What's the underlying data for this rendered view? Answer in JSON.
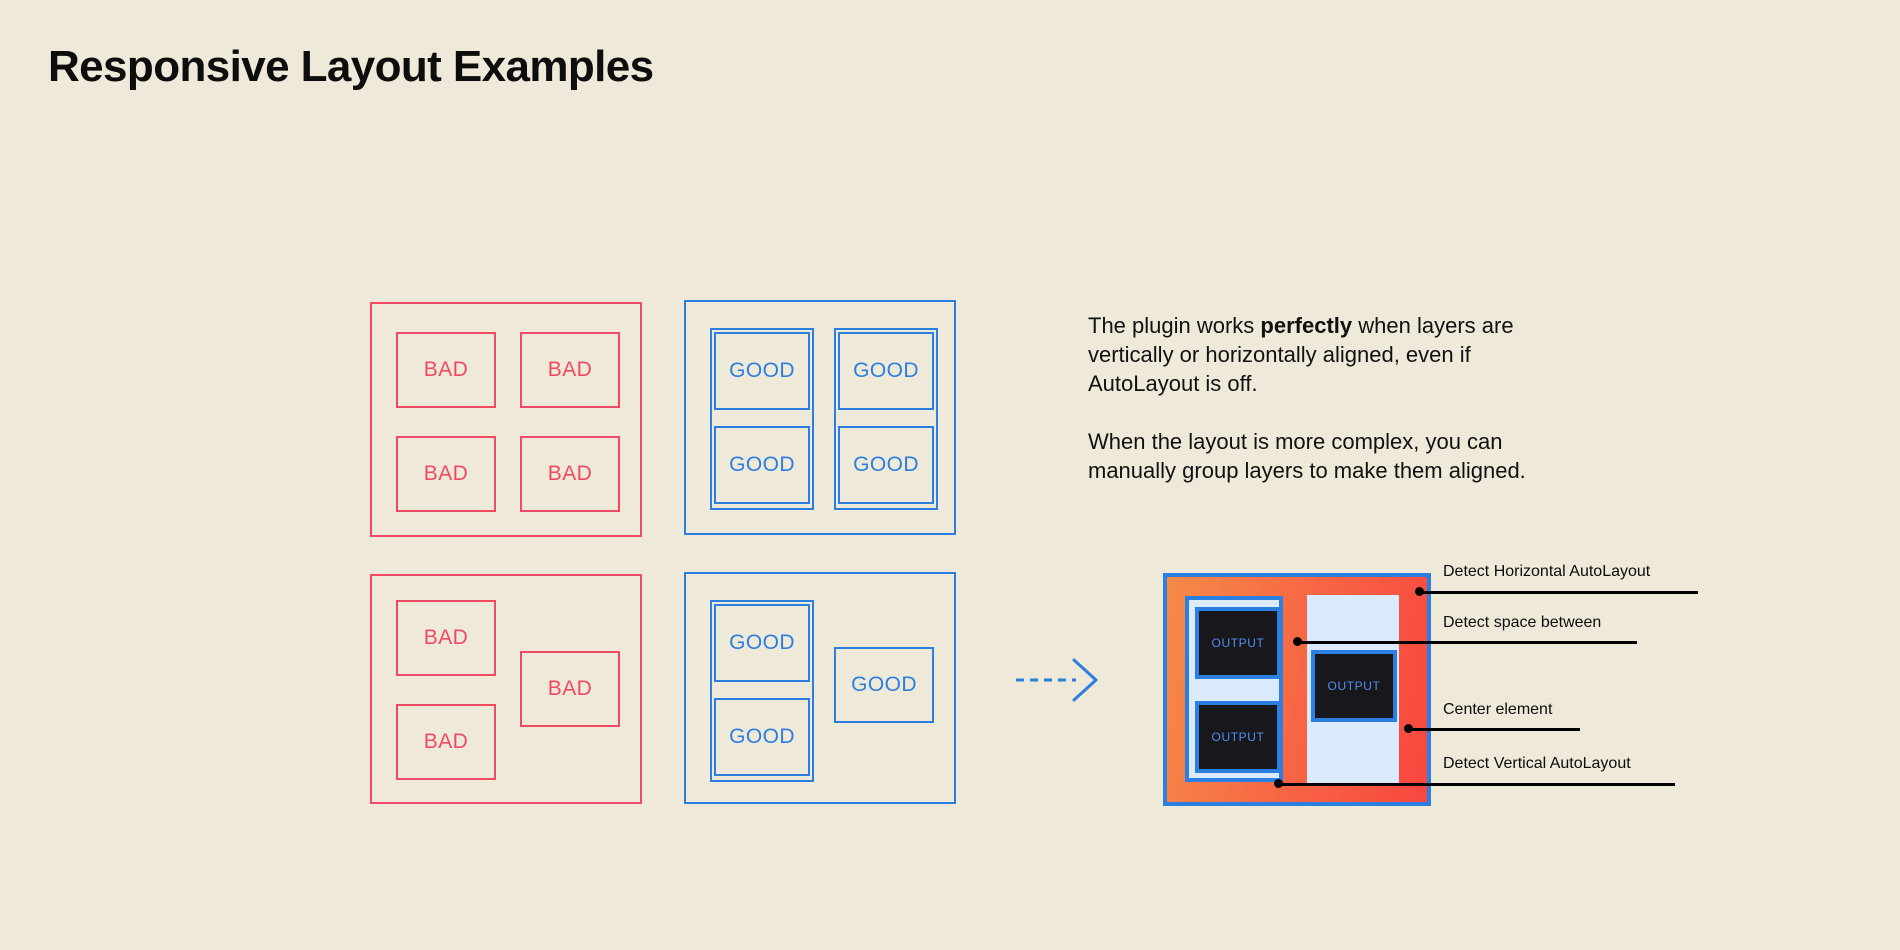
{
  "page": {
    "title": "Responsive Layout Examples",
    "background_color": "#efe9da",
    "bad_color": "#ef4a62",
    "good_color": "#2b7fe0"
  },
  "examples": {
    "bad_grid": {
      "label": "bad-grid-panel",
      "cells": [
        {
          "text": "BAD"
        },
        {
          "text": "BAD"
        },
        {
          "text": "BAD"
        },
        {
          "text": "BAD"
        }
      ]
    },
    "good_grid": {
      "label": "good-grid-panel",
      "cells": [
        {
          "text": "GOOD"
        },
        {
          "text": "GOOD"
        },
        {
          "text": "GOOD"
        },
        {
          "text": "GOOD"
        }
      ]
    },
    "bad_complex": {
      "label": "bad-complex-panel",
      "cells": [
        {
          "text": "BAD"
        },
        {
          "text": "BAD"
        },
        {
          "text": "BAD"
        }
      ]
    },
    "good_complex": {
      "label": "good-complex-panel",
      "cells": [
        {
          "text": "GOOD"
        },
        {
          "text": "GOOD"
        },
        {
          "text": "GOOD"
        }
      ]
    }
  },
  "arrow": {
    "icon": "dashed-arrow-right-icon",
    "color": "#2b7fe0"
  },
  "copy": {
    "paragraph_1_before": "The plugin works ",
    "paragraph_1_bold": "perfectly",
    "paragraph_1_after": " when layers are vertically or horizontally aligned, even if AutoLayout is off.",
    "paragraph_2": "When the layout is more complex, you can manually group layers to make them aligned."
  },
  "mockup": {
    "outputs": [
      {
        "text": "OUTPUT"
      },
      {
        "text": "OUTPUT"
      },
      {
        "text": "OUTPUT"
      }
    ],
    "colors": {
      "border": "#2b7fe0",
      "fill_start": "#f58a48",
      "fill_end": "#f8463f",
      "panel": "#dbeafc",
      "output_bg": "#18181c",
      "output_text": "#4d8ff0"
    },
    "annotations": [
      {
        "text": "Detect Horizontal AutoLayout"
      },
      {
        "text": "Detect space between"
      },
      {
        "text": "Center element"
      },
      {
        "text": "Detect Vertical AutoLayout"
      }
    ]
  }
}
